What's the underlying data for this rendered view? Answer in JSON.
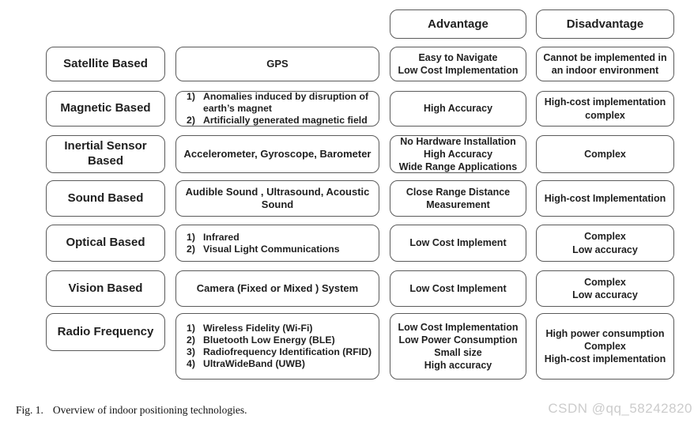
{
  "header": {
    "advantage": "Advantage",
    "disadvantage": "Disadvantage"
  },
  "rows": [
    {
      "category": "Satellite Based",
      "technology": {
        "text": "GPS"
      },
      "advantage": [
        "Easy to Navigate",
        "Low Cost Implementation"
      ],
      "disadvantage": [
        "Cannot be implemented in an indoor environment"
      ]
    },
    {
      "category": "Magnetic Based",
      "technology": {
        "list": [
          {
            "n": "1)",
            "t": "Anomalies induced by disruption of earth’s magnet"
          },
          {
            "n": "2)",
            "t": "Artificially generated magnetic field"
          }
        ]
      },
      "advantage": [
        "High Accuracy"
      ],
      "disadvantage": [
        "High-cost implementation",
        "complex"
      ]
    },
    {
      "category": "Inertial Sensor Based",
      "technology": {
        "text": "Accelerometer, Gyroscope, Barometer"
      },
      "advantage": [
        "No Hardware Installation",
        "High Accuracy",
        "Wide Range Applications"
      ],
      "disadvantage": [
        "Complex"
      ]
    },
    {
      "category": "Sound Based",
      "technology": {
        "text": "Audible Sound , Ultrasound, Acoustic Sound"
      },
      "advantage": [
        "Close Range Distance Measurement"
      ],
      "disadvantage": [
        "High-cost Implementation"
      ]
    },
    {
      "category": "Optical Based",
      "technology": {
        "list": [
          {
            "n": "1)",
            "t": "Infrared"
          },
          {
            "n": "2)",
            "t": "Visual Light Communications"
          }
        ]
      },
      "advantage": [
        "Low Cost Implement"
      ],
      "disadvantage": [
        "Complex",
        "Low accuracy"
      ]
    },
    {
      "category": "Vision Based",
      "technology": {
        "text": "Camera (Fixed or Mixed ) System"
      },
      "advantage": [
        "Low Cost Implement"
      ],
      "disadvantage": [
        "Complex",
        "Low accuracy"
      ]
    },
    {
      "category": "Radio Frequency",
      "technology": {
        "list": [
          {
            "n": "1)",
            "t": "Wireless Fidelity (Wi-Fi)"
          },
          {
            "n": "2)",
            "t": "Bluetooth Low Energy (BLE)"
          },
          {
            "n": "3)",
            "t": "Radiofrequency Identification (RFID)"
          },
          {
            "n": "4)",
            "t": "UltraWideBand (UWB)"
          }
        ]
      },
      "advantage": [
        "Low Cost Implementation",
        "Low Power Consumption",
        "Small size",
        "High accuracy"
      ],
      "disadvantage": [
        "High power consumption",
        "Complex",
        "High-cost implementation"
      ]
    }
  ],
  "caption": {
    "label": "Fig. 1.",
    "text": "Overview of indoor positioning technologies."
  },
  "watermark": "CSDN @qq_58242820",
  "colors": {
    "border": "#5a5a5a",
    "text": "#1f1f1f",
    "watermark": "#cccccc"
  }
}
